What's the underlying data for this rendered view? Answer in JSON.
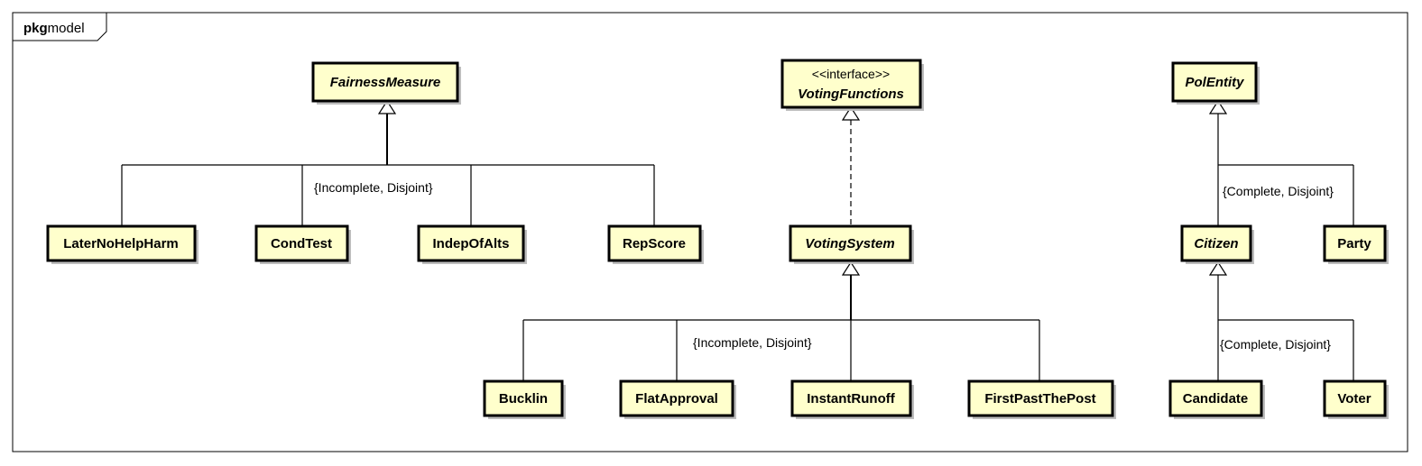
{
  "package": {
    "keyword": "pkg",
    "name": "model"
  },
  "classes": {
    "fairnessmeasure": {
      "name": "FairnessMeasure",
      "abstract": true,
      "stereotype": ""
    },
    "votingfunctions": {
      "name": "VotingFunctions",
      "abstract": true,
      "stereotype": "<<interface>>"
    },
    "polentity": {
      "name": "PolEntity",
      "abstract": true,
      "stereotype": ""
    },
    "laternohelpharm": {
      "name": "LaterNoHelpHarm",
      "abstract": false,
      "stereotype": ""
    },
    "condtest": {
      "name": "CondTest",
      "abstract": false,
      "stereotype": ""
    },
    "indepofalts": {
      "name": "IndepOfAlts",
      "abstract": false,
      "stereotype": ""
    },
    "repscore": {
      "name": "RepScore",
      "abstract": false,
      "stereotype": ""
    },
    "votingsystem": {
      "name": "VotingSystem",
      "abstract": true,
      "stereotype": ""
    },
    "citizen": {
      "name": "Citizen",
      "abstract": true,
      "stereotype": ""
    },
    "party": {
      "name": "Party",
      "abstract": false,
      "stereotype": ""
    },
    "bucklin": {
      "name": "Bucklin",
      "abstract": false,
      "stereotype": ""
    },
    "flatapproval": {
      "name": "FlatApproval",
      "abstract": false,
      "stereotype": ""
    },
    "instantrunoff": {
      "name": "InstantRunoff",
      "abstract": false,
      "stereotype": ""
    },
    "firstpastthepost": {
      "name": "FirstPastThePost",
      "abstract": false,
      "stereotype": ""
    },
    "candidate": {
      "name": "Candidate",
      "abstract": false,
      "stereotype": ""
    },
    "voter": {
      "name": "Voter",
      "abstract": false,
      "stereotype": ""
    }
  },
  "generalization_sets": {
    "fairness": "{Incomplete, Disjoint}",
    "voting": "{Incomplete, Disjoint}",
    "polentity": "{Complete, Disjoint}",
    "citizen": "{Complete, Disjoint}"
  },
  "relationships": [
    {
      "type": "generalization",
      "child": "LaterNoHelpHarm",
      "parent": "FairnessMeasure"
    },
    {
      "type": "generalization",
      "child": "CondTest",
      "parent": "FairnessMeasure"
    },
    {
      "type": "generalization",
      "child": "IndepOfAlts",
      "parent": "FairnessMeasure"
    },
    {
      "type": "generalization",
      "child": "RepScore",
      "parent": "FairnessMeasure"
    },
    {
      "type": "realization",
      "child": "VotingSystem",
      "parent": "VotingFunctions"
    },
    {
      "type": "generalization",
      "child": "Bucklin",
      "parent": "VotingSystem"
    },
    {
      "type": "generalization",
      "child": "FlatApproval",
      "parent": "VotingSystem"
    },
    {
      "type": "generalization",
      "child": "InstantRunoff",
      "parent": "VotingSystem"
    },
    {
      "type": "generalization",
      "child": "FirstPastThePost",
      "parent": "VotingSystem"
    },
    {
      "type": "generalization",
      "child": "Citizen",
      "parent": "PolEntity"
    },
    {
      "type": "generalization",
      "child": "Party",
      "parent": "PolEntity"
    },
    {
      "type": "generalization",
      "child": "Candidate",
      "parent": "Citizen"
    },
    {
      "type": "generalization",
      "child": "Voter",
      "parent": "Citizen"
    }
  ],
  "colors": {
    "class_fill": "#ffffcc",
    "class_border": "#000000",
    "shadow": "#bdbdbd",
    "background": "#ffffff"
  }
}
